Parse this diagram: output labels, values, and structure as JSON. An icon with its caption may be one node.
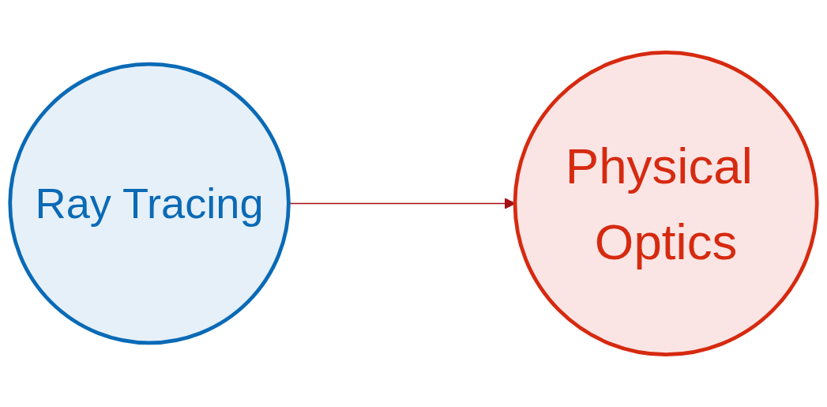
{
  "diagram": {
    "nodes": [
      {
        "text": [
          "Ray Tracing"
        ]
      },
      {
        "text": [
          "Physical Optics"
        ]
      }
    ],
    "edges": [
      {
        "from": 0,
        "to": 1,
        "arrow": "to",
        "color": "#a50f15"
      }
    ]
  }
}
